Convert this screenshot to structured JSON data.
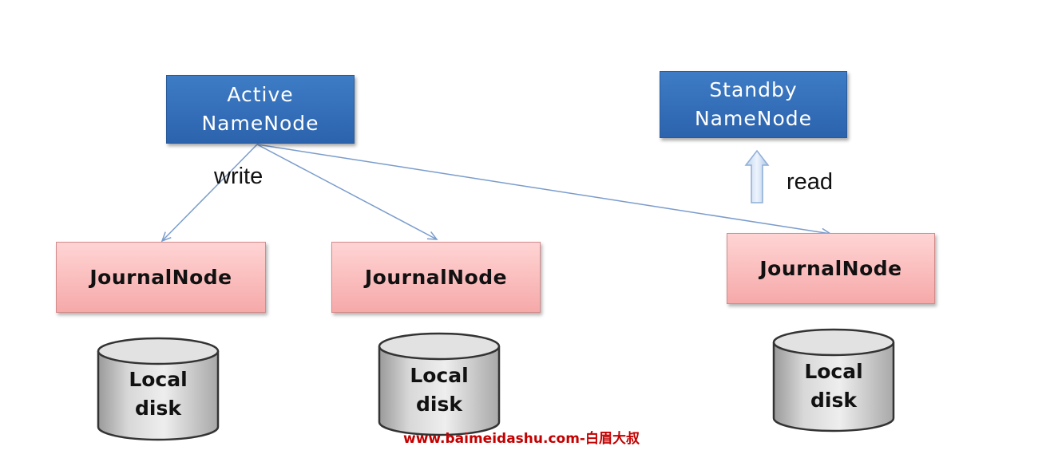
{
  "active_namenode": {
    "line1": "Active",
    "line2": "NameNode"
  },
  "standby_namenode": {
    "line1": "Standby",
    "line2": "NameNode"
  },
  "edges": {
    "write_label": "write",
    "read_label": "read"
  },
  "journal_nodes": [
    {
      "label": "JournalNode"
    },
    {
      "label": "JournalNode"
    },
    {
      "label": "JournalNode"
    }
  ],
  "local_disks": [
    {
      "line1": "Local",
      "line2": "disk"
    },
    {
      "line1": "Local",
      "line2": "disk"
    },
    {
      "line1": "Local",
      "line2": "disk"
    }
  ],
  "watermark": "www.baimeidashu.com-白眉大叔",
  "colors": {
    "namenode_fill": "#3a75c0",
    "journal_fill": "#f9b8b8",
    "disk_fill": "#d4d4d4",
    "arrow": "#7a9ccc",
    "watermark": "#c40000"
  }
}
